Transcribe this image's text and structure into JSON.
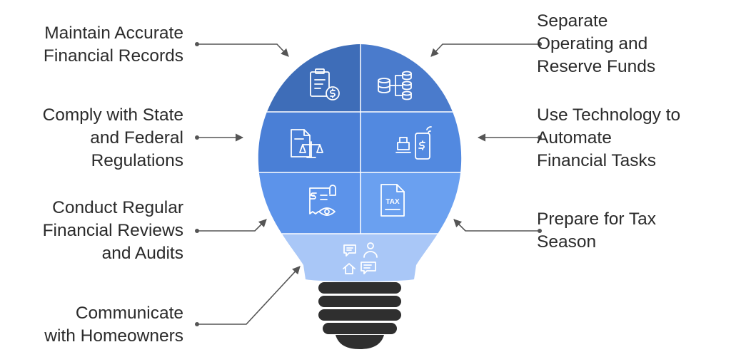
{
  "items": [
    {
      "id": "records",
      "label": "Maintain Accurate\nFinancial Records"
    },
    {
      "id": "reserve",
      "label": "Separate\nOperating and\nReserve Funds"
    },
    {
      "id": "comply",
      "label": "Comply with State\nand Federal\nRegulations"
    },
    {
      "id": "automate",
      "label": "Use Technology to\nAutomate\nFinancial Tasks"
    },
    {
      "id": "audits",
      "label": "Conduct Regular\nFinancial Reviews\nand Audits"
    },
    {
      "id": "tax",
      "label": "Prepare for Tax\nSeason"
    },
    {
      "id": "communicate",
      "label": "Communicate\nwith Homeowners"
    }
  ],
  "icons": {
    "records": "clipboard-dollar-icon",
    "reserve": "database-transfer-icon",
    "comply": "document-scale-icon",
    "automate": "phone-payment-icon",
    "audits": "receipt-eye-icon",
    "tax": "tax-document-icon",
    "communicate": "community-chat-icon",
    "tax_text": "TAX"
  },
  "colors": {
    "segment_top_left": "#3e6db8",
    "segment_top_right": "#4a7bcc",
    "segment_mid": "#4f86dd",
    "segment_lower_left": "#5c93ea",
    "segment_lower_right": "#6aa0f0",
    "neck": "#a9c7f7",
    "base": "#2f2f2f",
    "connector": "#555555"
  }
}
